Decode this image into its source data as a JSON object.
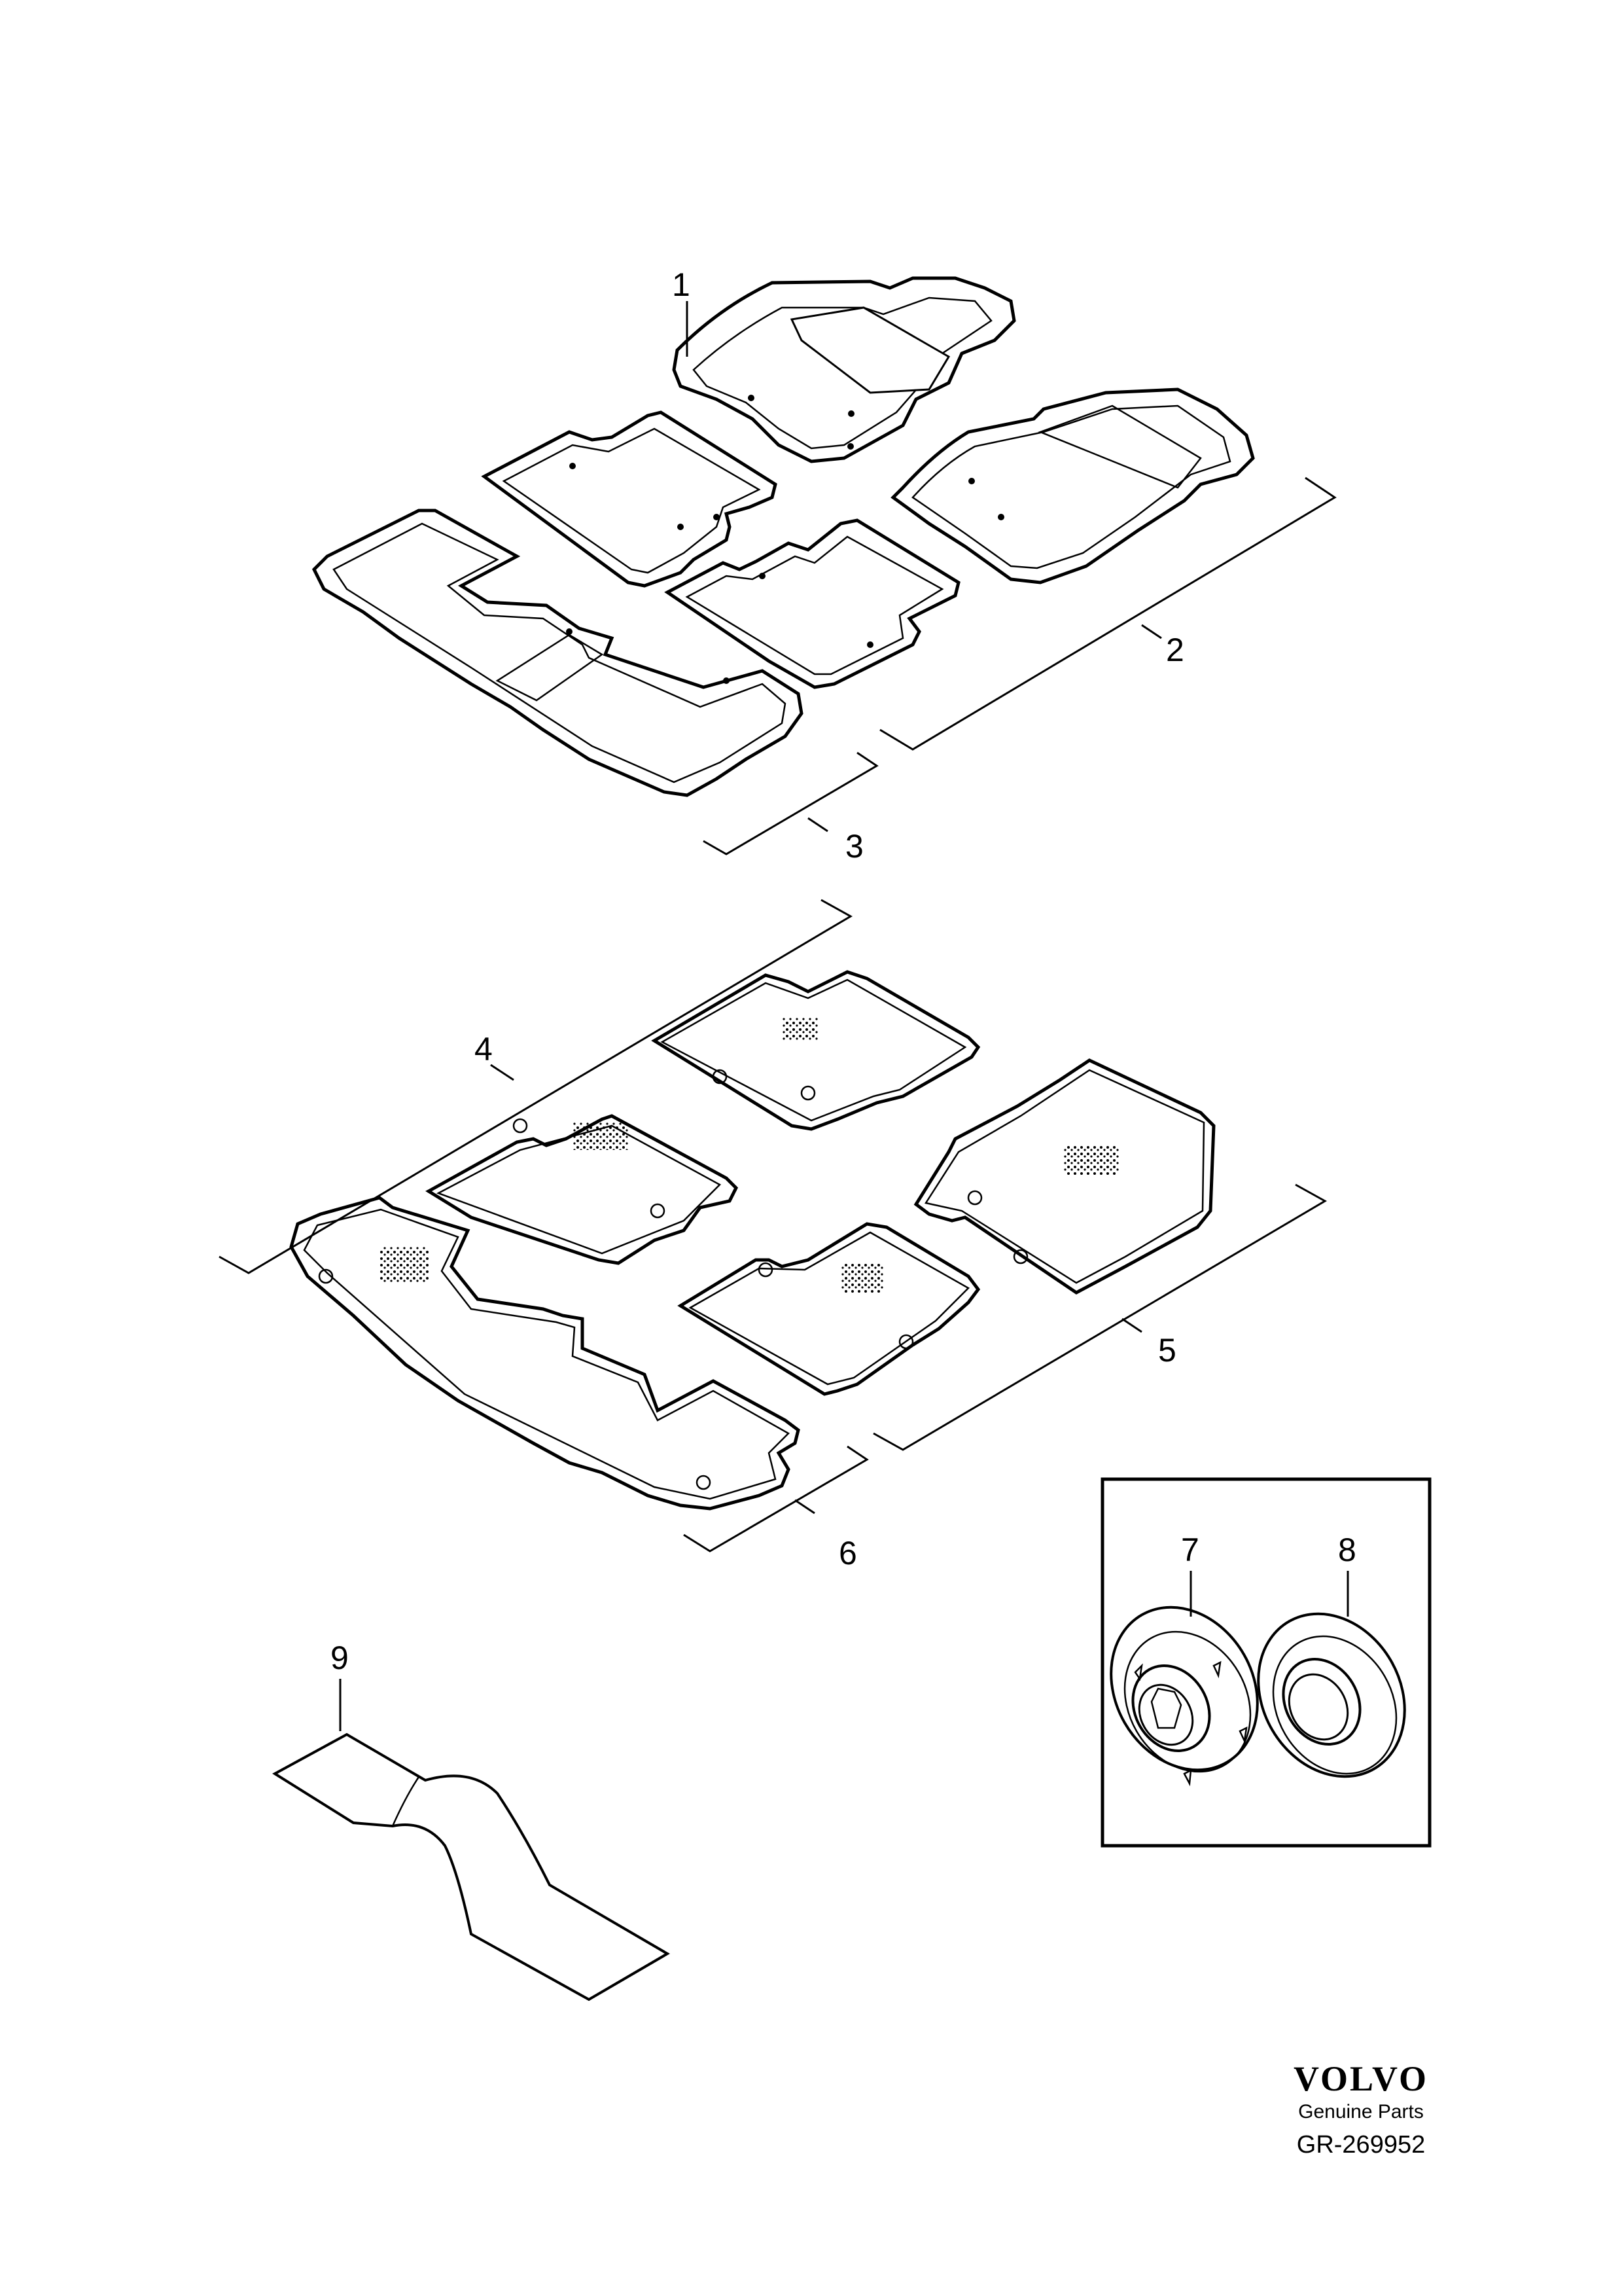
{
  "diagram": {
    "callouts": [
      {
        "id": "1",
        "label": "1"
      },
      {
        "id": "2",
        "label": "2"
      },
      {
        "id": "3",
        "label": "3"
      },
      {
        "id": "4",
        "label": "4"
      },
      {
        "id": "5",
        "label": "5"
      },
      {
        "id": "6",
        "label": "6"
      },
      {
        "id": "7",
        "label": "7"
      },
      {
        "id": "8",
        "label": "8"
      },
      {
        "id": "9",
        "label": "9"
      }
    ]
  },
  "footer": {
    "brand": "VOLVO",
    "subtitle": "Genuine Parts",
    "code": "GR-269952"
  }
}
